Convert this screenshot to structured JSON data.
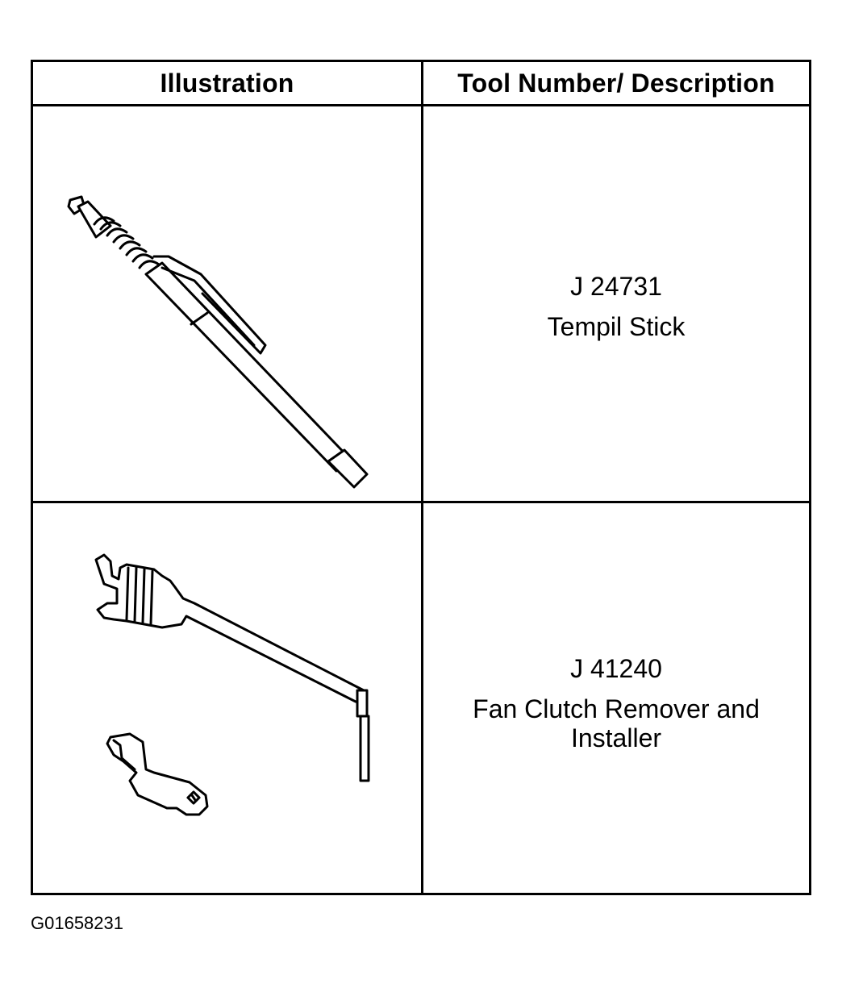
{
  "table": {
    "headers": {
      "illustration": "Illustration",
      "tool": "Tool Number/ Description"
    },
    "rows": [
      {
        "tool_number": "J 24731",
        "description": "Tempil Stick",
        "illustration_icon": "tempil-stick-icon"
      },
      {
        "tool_number": "J 41240",
        "description": "Fan Clutch Remover and Installer",
        "illustration_icon": "fan-clutch-wrench-icon"
      }
    ]
  },
  "figure_id": "G01658231"
}
